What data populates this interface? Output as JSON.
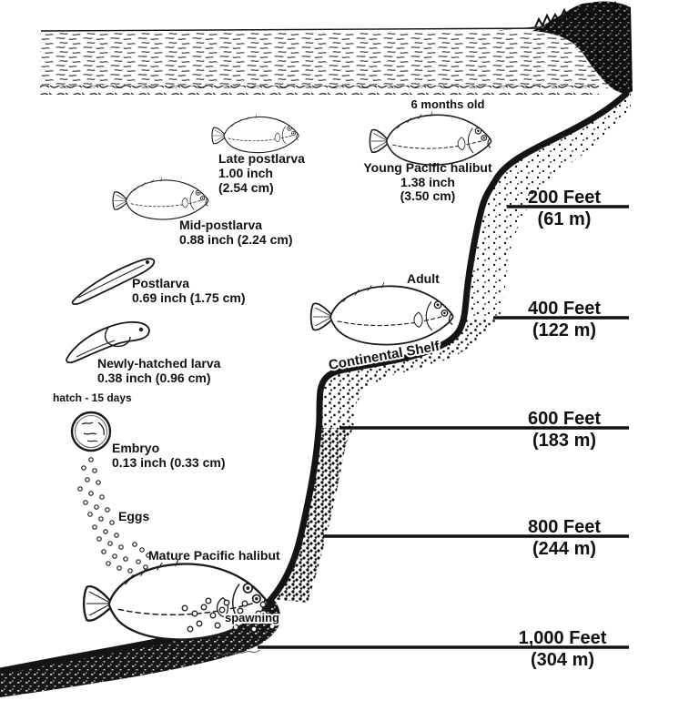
{
  "stages": {
    "late_postlarva": {
      "name": "Late postlarva",
      "size": "1.00 inch",
      "metric": "(2.54 cm)"
    },
    "young": {
      "age": "6 months old",
      "name": "Young Pacific halibut",
      "size": "1.38 inch",
      "metric": "(3.50 cm)"
    },
    "mid_postlarva": {
      "name": "Mid-postlarva",
      "size": "0.88 inch (2.24 cm)"
    },
    "postlarva": {
      "name": "Postlarva",
      "size": "0.69 inch (1.75 cm)"
    },
    "newly_hatched": {
      "name": "Newly-hatched larva",
      "size": "0.38 inch (0.96 cm)"
    },
    "hatch_note": "hatch - 15 days",
    "embryo": {
      "name": "Embryo",
      "size": "0.13 inch (0.33 cm)"
    },
    "eggs_label": "Eggs",
    "mature": {
      "name": "Mature Pacific halibut",
      "note": "spawning"
    },
    "adult_label": "Adult"
  },
  "geography": {
    "continental_shelf": "Continental Shelf"
  },
  "depth_scale": [
    {
      "feet": "200 Feet",
      "meters": "(61 m)"
    },
    {
      "feet": "400 Feet",
      "meters": "(122 m)"
    },
    {
      "feet": "600 Feet",
      "meters": "(183 m)"
    },
    {
      "feet": "800 Feet",
      "meters": "(244 m)"
    },
    {
      "feet": "1,000 Feet",
      "meters": "(304 m)"
    }
  ],
  "colors": {
    "ink": "#111111",
    "paper": "#ffffff"
  }
}
